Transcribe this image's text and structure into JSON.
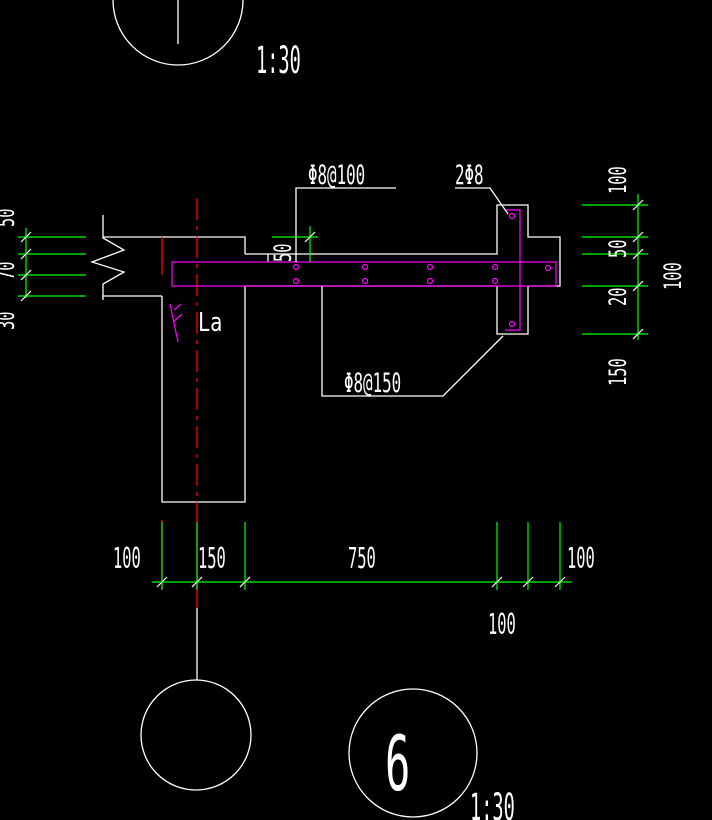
{
  "labels": {
    "scale_top": "1:30",
    "scale_bottom": "1:30",
    "detail_number": "6",
    "anchorage": "La",
    "rebar_top": "Φ8@100",
    "rebar_bottom": "Φ8@150",
    "rebar_end": "2Φ8",
    "dim_small": "50"
  },
  "dims_bottom": {
    "d1": "100",
    "d2": "150",
    "d3": "750",
    "d4": "100",
    "d5": "100"
  },
  "dims_right": {
    "r1": "100",
    "r2": "50",
    "r3": "20",
    "r4": "150",
    "r5": "100"
  },
  "dims_left": {
    "l1": "50",
    "l2": "70",
    "l3": "30"
  },
  "colors": {
    "background": "#000000",
    "outline": "#ffffff",
    "dimension": "#00ff00",
    "rebar": "#ff00ff",
    "centerline": "#ff0000"
  }
}
